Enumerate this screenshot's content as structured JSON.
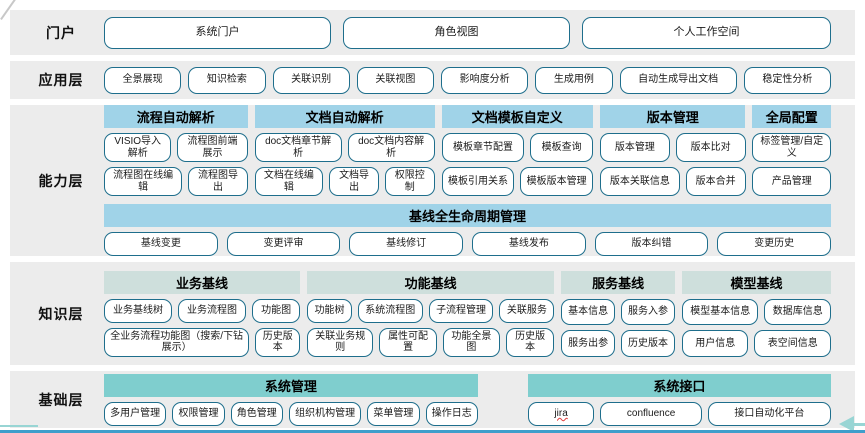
{
  "colors": {
    "band_bg": "#ececec",
    "pill_border": "#1e6e8c",
    "capability_header": "#a0d3e8",
    "knowledge_header": "#cedfdc",
    "foundation_header": "#7fcece",
    "accent_teal": "#98d5d4",
    "bottom_rule": "#3f9ecb"
  },
  "decorations": {
    "misspelled_label": "jira"
  },
  "layers": {
    "portal": {
      "label": "门户",
      "buttons": [
        "系统门户",
        "角色视图",
        "个人工作空间"
      ]
    },
    "application": {
      "label": "应用层",
      "buttons": [
        "全景展现",
        "知识检索",
        "关联识别",
        "关联视图",
        "影响度分析",
        "生成用例",
        "自动生成导出文档",
        "稳定性分析"
      ]
    },
    "capability": {
      "label": "能力层",
      "groups": [
        {
          "id": "process-auto-parse",
          "header": "流程自动解析",
          "rows": [
            [
              "VISIO导入解析",
              "流程图前端展示"
            ],
            [
              "流程图在线编辑",
              "流程图导出"
            ]
          ]
        },
        {
          "id": "doc-auto-parse",
          "header": "文档自动解析",
          "rows": [
            [
              "doc文档章节解析",
              "doc文档内容解析"
            ],
            [
              "文档在线编辑",
              "文档导出",
              "权限控制"
            ]
          ]
        },
        {
          "id": "doc-template-custom",
          "header": "文档模板自定义",
          "rows": [
            [
              "模板章节配置",
              "模板查询"
            ],
            [
              "模板引用关系",
              "模板版本管理"
            ]
          ]
        },
        {
          "id": "version-management",
          "header": "版本管理",
          "rows": [
            [
              "版本管理",
              "版本比对"
            ],
            [
              "版本关联信息",
              "版本合并"
            ]
          ]
        },
        {
          "id": "global-config",
          "header": "全局配置",
          "rows": [
            [
              "标签管理/自定义"
            ],
            [
              "产品管理"
            ]
          ]
        }
      ],
      "lifecycle": {
        "header": "基线全生命周期管理",
        "buttons": [
          "基线变更",
          "变更评审",
          "基线修订",
          "基线发布",
          "版本纠错",
          "变更历史"
        ]
      }
    },
    "knowledge": {
      "label": "知识层",
      "groups": [
        {
          "id": "business-baseline",
          "header": "业务基线",
          "rows": [
            [
              "业务基线树",
              "业务流程图",
              "功能图"
            ],
            [
              "全业务流程功能图（搜索/下钻展示）",
              "历史版本"
            ]
          ]
        },
        {
          "id": "function-baseline",
          "header": "功能基线",
          "rows": [
            [
              "功能树",
              "系统流程图",
              "子流程管理",
              "关联服务"
            ],
            [
              "关联业务规则",
              "属性可配置",
              "功能全景图",
              "历史版本"
            ]
          ]
        },
        {
          "id": "service-baseline",
          "header": "服务基线",
          "rows": [
            [
              "基本信息",
              "服务入参"
            ],
            [
              "服务出参",
              "历史版本"
            ]
          ]
        },
        {
          "id": "model-baseline",
          "header": "模型基线",
          "rows": [
            [
              "模型基本信息",
              "数据库信息"
            ],
            [
              "用户信息",
              "表空间信息"
            ]
          ]
        }
      ]
    },
    "foundation": {
      "label": "基础层",
      "groups": [
        {
          "id": "system-management",
          "header": "系统管理",
          "rows": [
            [
              "多用户管理",
              "权限管理",
              "角色管理",
              "组织机构管理",
              "菜单管理",
              "操作日志"
            ]
          ]
        },
        {
          "id": "system-interface",
          "header": "系统接口",
          "rows": [
            [
              "jira",
              "confluence",
              "接口自动化平台"
            ]
          ]
        }
      ]
    }
  }
}
